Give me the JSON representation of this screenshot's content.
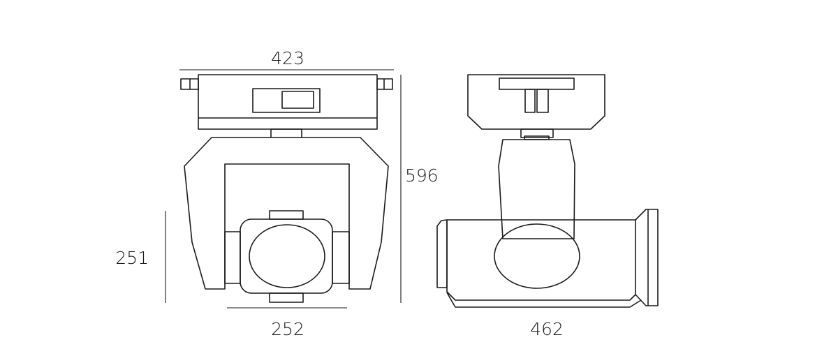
{
  "dimensions": {
    "front_width": "423",
    "total_height": "596",
    "head_height": "251",
    "head_width": "252",
    "side_depth": "462"
  },
  "colors": {
    "stroke": "#1a1a1a",
    "background": "#ffffff"
  }
}
